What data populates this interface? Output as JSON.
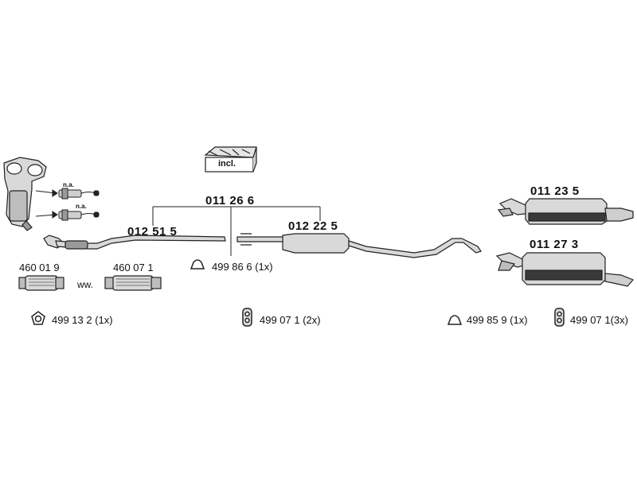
{
  "parts": {
    "main_assembly": "011 26 6",
    "front_pipe": "012 51 5",
    "middle_silencer": "012 22 5",
    "rear_silencer_a": "011 23 5",
    "rear_silencer_b": "011 27 3",
    "flex_pipe_a": "460 01 9",
    "flex_pipe_b": "460 07 1",
    "ring_front": "499 13 2 (1x)",
    "clamp_middle": "499 86 6 (1x)",
    "hanger_middle": "499 07 1 (2x)",
    "clamp_rear": "499 85 9 (1x)",
    "hanger_rear": "499 07 1(3x)"
  },
  "notes": {
    "alternative": "ww.",
    "not_available_1": "n.a.",
    "not_available_2": "n.a.",
    "included_box": "incl."
  },
  "icons": [
    "catalytic-converter-icon",
    "lambda-sensor-icon",
    "flex-pipe-icon",
    "gasket-ring-icon",
    "clamp-icon",
    "rubber-hanger-icon",
    "hardware-kit-box-icon",
    "silencer-icon"
  ],
  "colors": {
    "line": "#222222",
    "fill": "#d9d9d9",
    "dark": "#3a3a3a"
  }
}
